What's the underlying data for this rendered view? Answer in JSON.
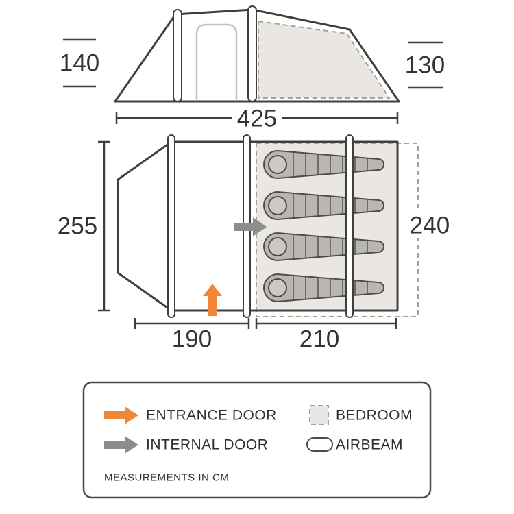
{
  "measurements": {
    "side_height_left": "140",
    "side_height_right": "130",
    "total_length": "425",
    "plan_width": "255",
    "bedroom_depth": "240",
    "porch_length": "190",
    "bedroom_length": "210"
  },
  "legend": {
    "entrance_door_label": "ENTRANCE DOOR",
    "internal_door_label": "INTERNAL DOOR",
    "bedroom_label": "BEDROOM",
    "airbeam_label": "AIRBEAM",
    "note": "MEASUREMENTS IN CM"
  },
  "colors": {
    "outline": "#3f3f3f",
    "bedroom_fill": "#eae7e3",
    "dashed_gray": "#a3a19d",
    "entrance_arrow_orange": "#f18636",
    "internal_arrow_gray": "#8d8d8d",
    "sleeping_bag_fill": "#bab7b3"
  }
}
